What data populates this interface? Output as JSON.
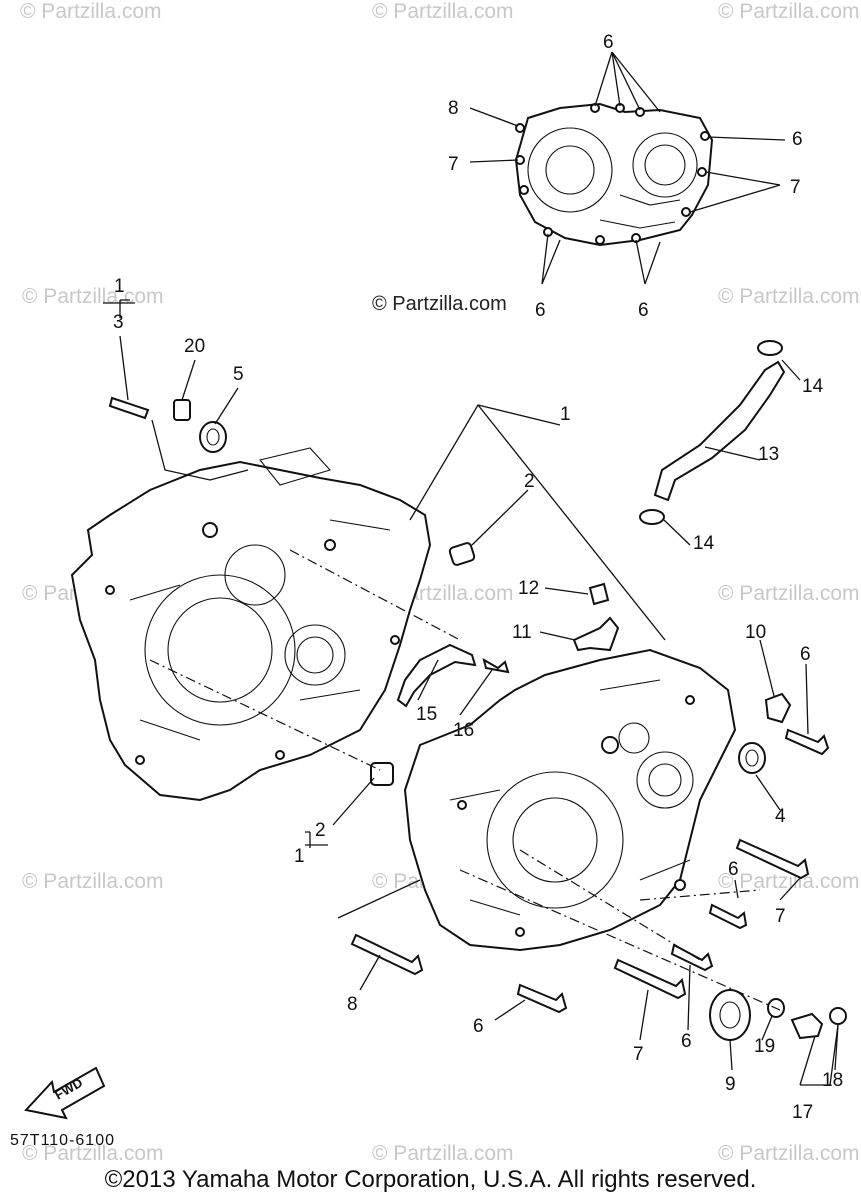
{
  "watermark": "© Partzilla.com",
  "watermark_center": "© Partzilla.com",
  "diagram_code": "57T110-6100",
  "fwd_label": "FWD",
  "copyright": "©2013 Yamaha Motor Corporation, U.S.A. All rights reserved.",
  "callouts": {
    "c1_top": "1",
    "c3_top": "3",
    "c20": "20",
    "c5": "5",
    "c1_mid": "1",
    "c2_upper": "2",
    "c13": "13",
    "c14_top": "14",
    "c14_mid": "14",
    "c12": "12",
    "c11": "11",
    "c10": "10",
    "c6_right": "6",
    "c15": "15",
    "c16": "16",
    "c4": "4",
    "c2_lower": "2",
    "c1_lower": "1",
    "c6_mid": "6",
    "c7_mid": "7",
    "c8_bottom": "8",
    "c6_bottom": "6",
    "c7_bottom": "7",
    "c6_lower": "6",
    "c19": "19",
    "c9": "9",
    "c17": "17",
    "c18": "18",
    "inset_6_top": "6",
    "inset_8": "8",
    "inset_6_right": "6",
    "inset_7_left": "7",
    "inset_7_right": "7",
    "inset_6_bl": "6",
    "inset_6_br": "6"
  }
}
